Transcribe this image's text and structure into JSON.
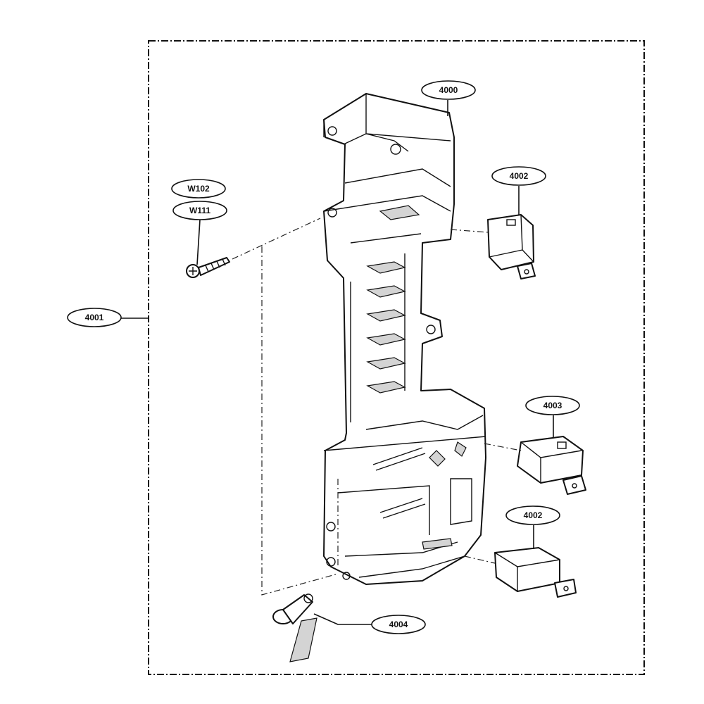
{
  "callouts": [
    {
      "id": "4000",
      "text": "4000"
    },
    {
      "id": "4001",
      "text": "4001"
    },
    {
      "id": "4002a",
      "text": "4002"
    },
    {
      "id": "4002b",
      "text": "4002"
    },
    {
      "id": "4003",
      "text": "4003"
    },
    {
      "id": "4004",
      "text": "4004"
    },
    {
      "id": "w102",
      "text": "W102"
    },
    {
      "id": "w111",
      "text": "W111"
    }
  ]
}
